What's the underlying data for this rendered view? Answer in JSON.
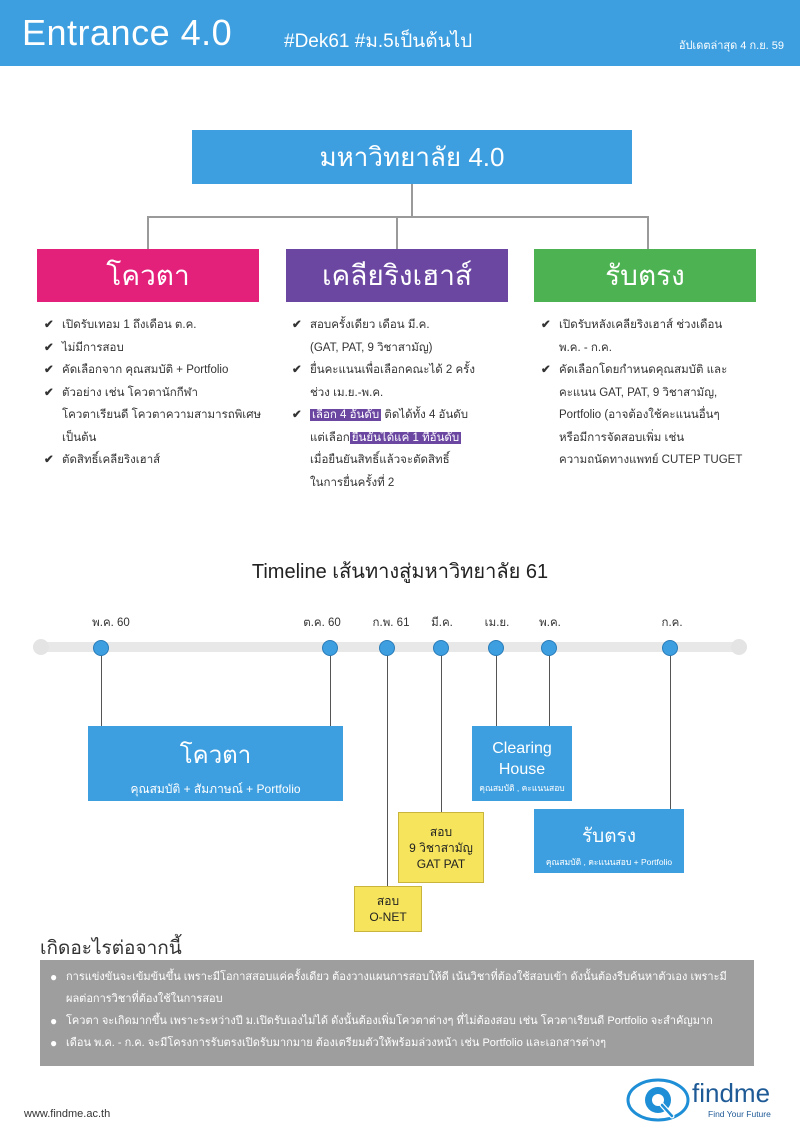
{
  "header": {
    "title": "Entrance 4.0",
    "tags": "#Dek61 #ม.5เป็นต้นไป",
    "updated": "อัปเดตล่าสุด 4 ก.ย. 59"
  },
  "diagram": {
    "top": "มหาวิทยาลัย 4.0",
    "categories": [
      {
        "name": "โควตา",
        "color": "#e4217a"
      },
      {
        "name": "เคลียริงเฮาส์",
        "color": "#6b47a2"
      },
      {
        "name": "รับตรง",
        "color": "#4db352"
      }
    ],
    "quota_items": [
      [
        "เปิดรับเทอม 1 ถึงเดือน ต.ค."
      ],
      [
        "ไม่มีการสอบ"
      ],
      [
        "คัดเลือกจาก คุณสมบัติ + Portfolio"
      ],
      [
        "ตัวอย่าง เช่น โควตานักกีฬา",
        "โควตาเรียนดี โควตาความสามารถพิเศษ",
        "เป็นต้น"
      ],
      [
        "ตัดสิทธิ์เคลียริงเฮาส์"
      ]
    ],
    "clearing_items": {
      "i1_l1": "สอบครั้งเดียว เดือน มี.ค.",
      "i1_l2": "(GAT, PAT, 9 วิชาสามัญ)",
      "i2_l1": "ยื่นคะแนนเพื่อเลือกคณะได้ 2 ครั้ง",
      "i2_l2": "ช่วง เม.ย.-พ.ค.",
      "i3_hl1": "เลือก 4 อันดับ",
      "i3_t1": " ติดได้ทั้ง 4 อันดับ",
      "i3_t2": "แต่เลือก",
      "i3_hl2": "ยืนยันได้แค่ 1 ที่อันดับ",
      "i3_l3": "เมื่อยืนยันสิทธิ์แล้วจะตัดสิทธิ์",
      "i3_l4": "ในการยื่นครั้งที่ 2"
    },
    "direct_items": [
      [
        "เปิดรับหลังเคลียริงเฮาส์ ช่วงเดือน",
        "พ.ค. - ก.ค."
      ],
      [
        "คัดเลือกโดยกำหนดคุณสมบัติ และ",
        "คะแนน GAT, PAT, 9 วิชาสามัญ,",
        "Portfolio (อาจต้องใช้คะแนนอื่นๆ",
        "หรือมีการจัดสอบเพิ่ม เช่น",
        "ความถนัดทางแพทย์ CUTEP TUGET"
      ]
    ]
  },
  "timeline": {
    "title": "Timeline เส้นทางสู่มหาวิทยาลัย 61",
    "labels": [
      "พ.ค. 60",
      "ต.ค. 60",
      "ก.พ. 61",
      "มี.ค.",
      "เม.ย.",
      "พ.ค.",
      "ก.ค."
    ],
    "quota_box": {
      "title": "โควตา",
      "sub": "คุณสมบัติ + สัมภาษณ์ + Portfolio"
    },
    "onet_box": {
      "l1": "สอบ",
      "l2": "O-NET"
    },
    "exam_box": {
      "l1": "สอบ",
      "l2": "9 วิชาสามัญ",
      "l3": "GAT PAT"
    },
    "clearing_box": {
      "l1": "Clearing",
      "l2": "House",
      "sub": "คุณสมบัติ , คะแนนสอบ"
    },
    "direct_box": {
      "title": "รับตรง",
      "sub": "คุณสมบัติ , คะแนนสอบ + Portfolio"
    }
  },
  "next": {
    "title": "เกิดอะไรต่อจากนี้",
    "b1_l1": "การแข่งขันจะเข้มข้นขึ้น เพราะมีโอกาสสอบแค่ครั้งเดียว ต้องวางแผนการสอบให้ดี เน้นวิชาที่ต้องใช้สอบเข้า ดังนั้นต้องรีบค้นหาตัวเอง เพราะมี",
    "b1_l2": "ผลต่อการวิชาที่ต้องใช้ในการสอบ",
    "b2": "โควตา จะเกิดมากขึ้น เพราะระหว่างปี ม.เปิดรับเองไม่ได้ ดังนั้นต้องเพิ่มโควตาต่างๆ ที่ไม่ต้องสอบ เช่น โควตาเรียนดี Portfolio จะสำคัญมาก",
    "b3": "เดือน พ.ค. - ก.ค. จะมีโครงการรับตรงเปิดรับมากมาย ต้องเตรียมตัวให้พร้อมล่วงหน้า เช่น Portfolio และเอกสารต่างๆ"
  },
  "footer": {
    "url": "www.findme.ac.th",
    "logo_name": "findme",
    "logo_tagline": "Find Your Future"
  }
}
